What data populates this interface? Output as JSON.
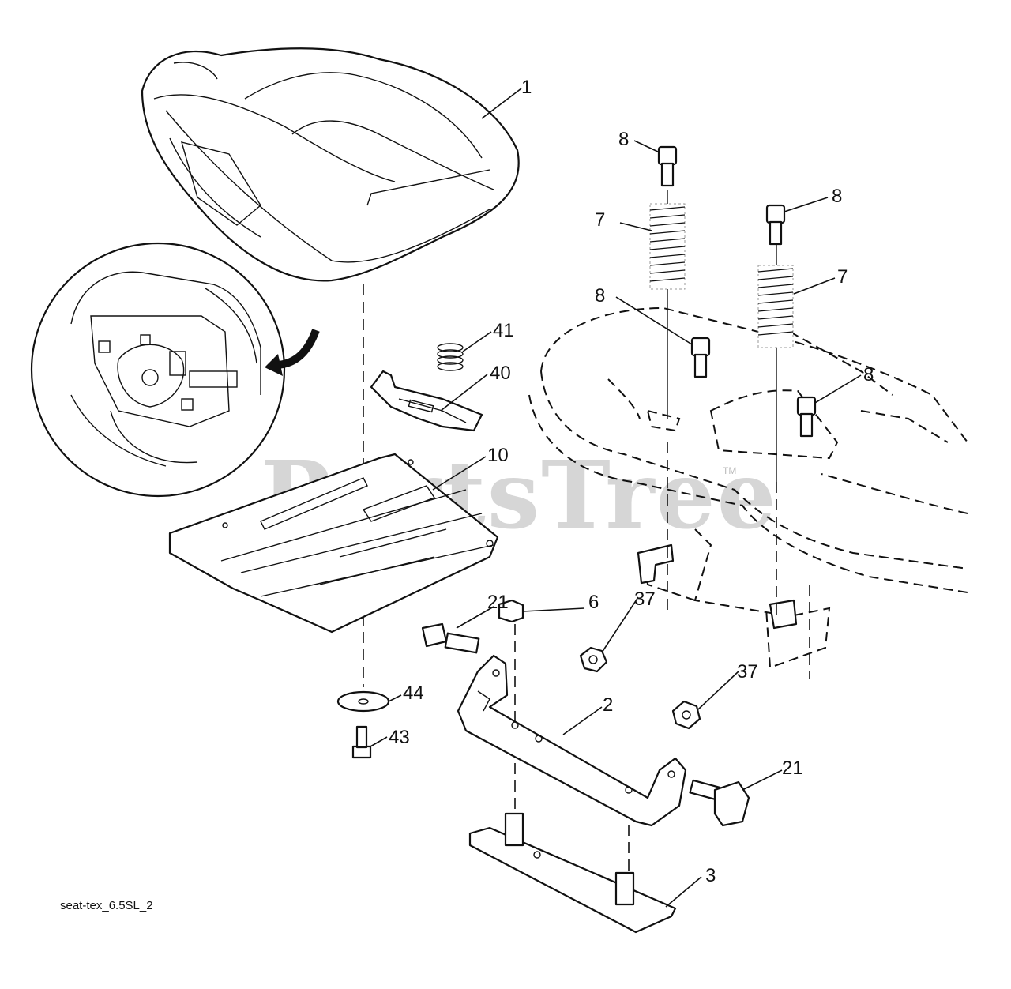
{
  "callouts": {
    "c1": "1",
    "c8a": "8",
    "c8b": "8",
    "c8c": "8",
    "c8d": "8",
    "c7a": "7",
    "c7b": "7",
    "c41": "41",
    "c40": "40",
    "c10": "10",
    "c21a": "21",
    "c21b": "21",
    "c6": "6",
    "c37a": "37",
    "c37b": "37",
    "c44": "44",
    "c43": "43",
    "c2": "2",
    "c3": "3"
  },
  "watermark": {
    "text": "PartsTree",
    "tm": "TM"
  },
  "caption": "seat-tex_6.5SL_2"
}
